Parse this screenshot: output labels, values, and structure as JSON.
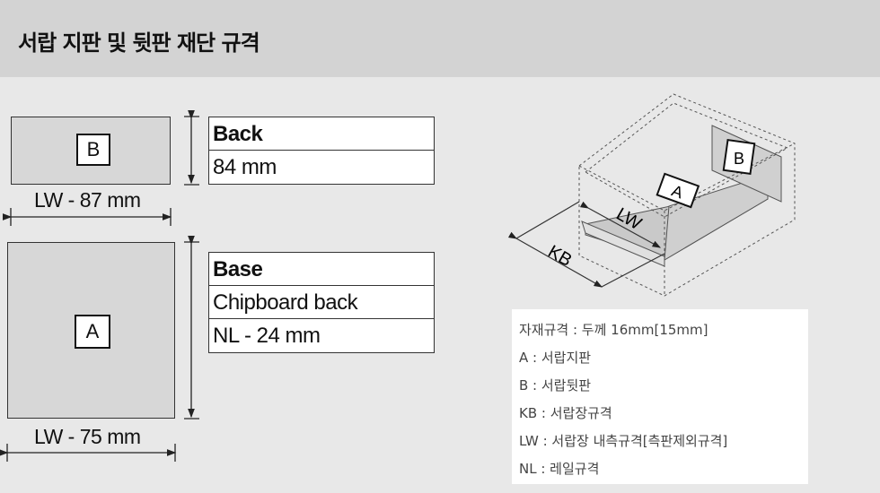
{
  "header": {
    "title": "서랍 지판 및 뒷판 재단 규격"
  },
  "back": {
    "marker": "B",
    "title": "Back",
    "size": "84 mm",
    "width_dim": "LW - 87 mm"
  },
  "base": {
    "marker": "A",
    "title": "Base",
    "material": "Chipboard back",
    "size": "NL - 24 mm",
    "width_dim": "LW - 75 mm"
  },
  "iso": {
    "marker_a": "A",
    "marker_b": "B",
    "lw": "LW",
    "kb": "KB"
  },
  "legend": {
    "items": [
      "자재규격 : 두께 16mm[15mm]",
      "A : 서랍지판",
      "B : 서랍뒷판",
      "KB : 서랍장규격",
      "LW : 서랍장 내측규격[측판제외규격]",
      "NL : 레일규격"
    ]
  }
}
